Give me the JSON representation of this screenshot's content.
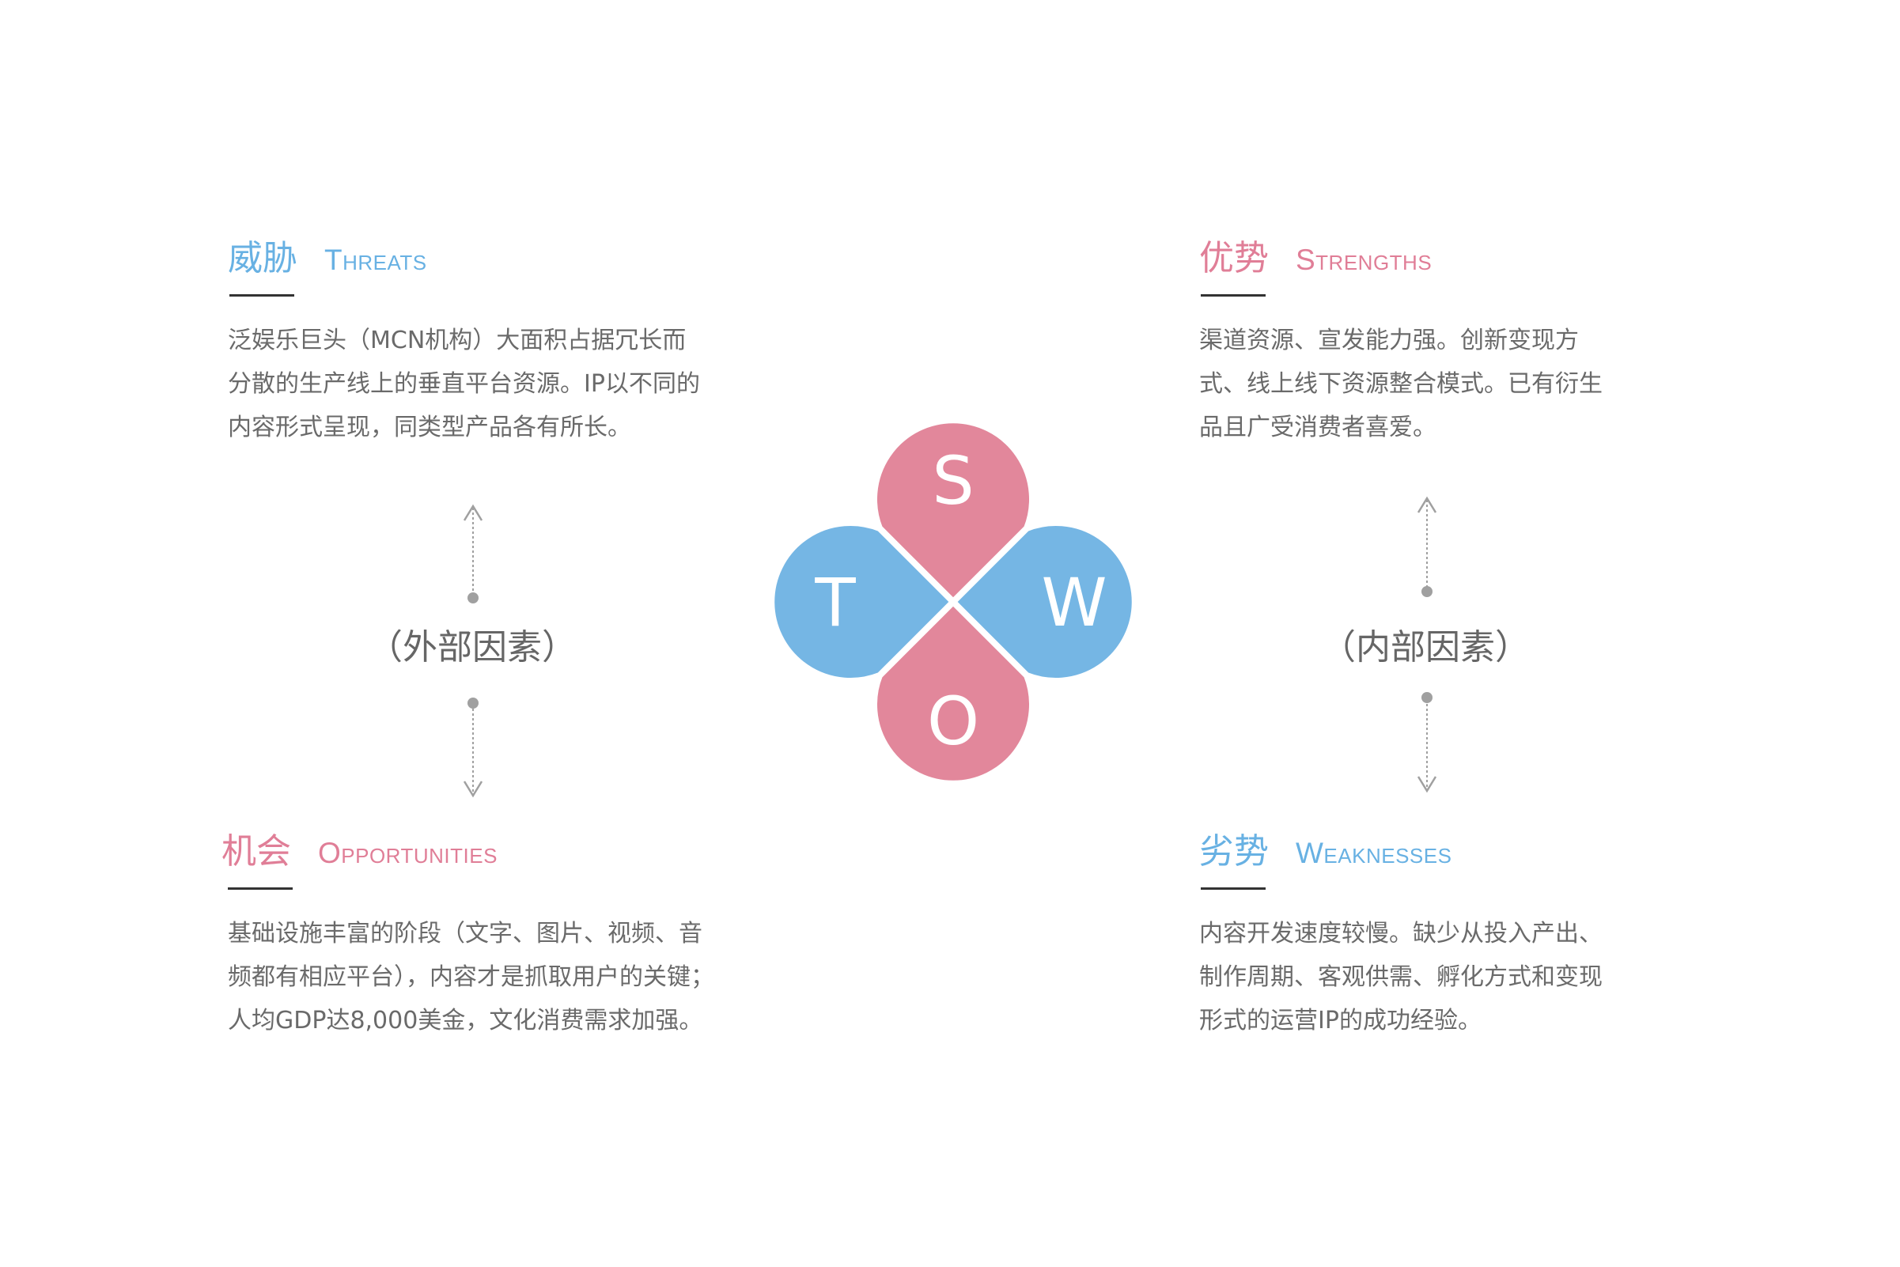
{
  "threats": {
    "title_cn": "威胁",
    "title_en": "Threats",
    "lines": [
      "泛娱乐巨头（MCN机构）大面积占据冗长而",
      "分散的生产线上的垂直平台资源。IP以不同的",
      "内容形式呈现，同类型产品各有所长。"
    ]
  },
  "strengths": {
    "title_cn": "优势",
    "title_en": "Strengths",
    "lines": [
      "渠道资源、宣发能力强。创新变现方",
      "式、线上线下资源整合模式。已有衍生",
      "品且广受消费者喜爱。"
    ]
  },
  "opportunities": {
    "title_cn": "机会",
    "title_en": "Opportunities",
    "lines": [
      "基础设施丰富的阶段（文字、图片、视频、音",
      "频都有相应平台），内容才是抓取用户的关键；",
      "人均GDP达8,000美金，文化消费需求加强。"
    ]
  },
  "weaknesses": {
    "title_cn": "劣势",
    "title_en": "Weaknesses",
    "lines": [
      "内容开发速度较慢。缺少从投入产出、",
      "制作周期、客观供需、孵化方式和变现",
      "形式的运营IP的成功经验。"
    ]
  },
  "factors": {
    "external": "（外部因素）",
    "internal": "（内部因素）"
  },
  "swot": {
    "s": "S",
    "w": "W",
    "o": "O",
    "t": "T",
    "pink": "#e2879b",
    "blue": "#75b6e4"
  },
  "colors": {
    "blue": "#68b1e3",
    "pink": "#e07e97",
    "body_text": "#6a6a6a",
    "connector": "#a0a0a0"
  }
}
